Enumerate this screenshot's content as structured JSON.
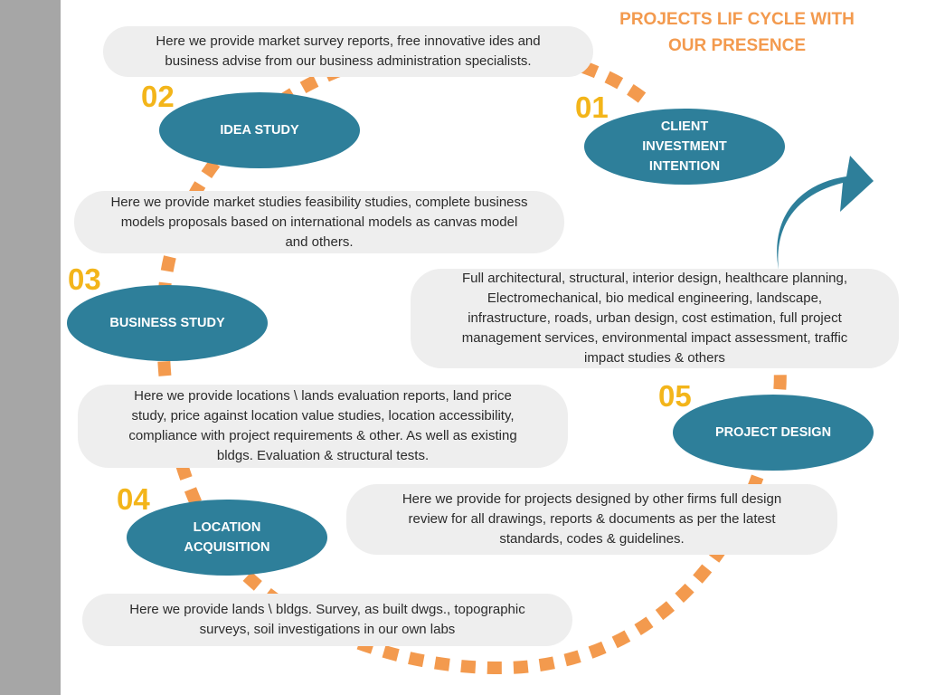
{
  "title": [
    "PROJECTS LIF CYCLE WITH",
    "OUR PRESENCE"
  ],
  "colors": {
    "accent_orange": "#f39a4e",
    "number_yellow": "#f3b51a",
    "oval_teal": "#2e7f9a",
    "pill_gray": "#eeeeee",
    "side_bar": "#a6a6a6"
  },
  "stages": [
    {
      "number": "01",
      "label": [
        "CLIENT",
        "INVESTMENT",
        "INTENTION"
      ]
    },
    {
      "number": "02",
      "label": [
        "IDEA STUDY"
      ]
    },
    {
      "number": "03",
      "label": [
        "BUSINESS STUDY"
      ]
    },
    {
      "number": "04",
      "label": [
        "LOCATION",
        "ACQUISITION"
      ]
    },
    {
      "number": "05",
      "label": [
        "PROJECT DESIGN"
      ]
    }
  ],
  "descriptions": {
    "idea": [
      "Here we provide market survey reports, free innovative ides and",
      "business advise from our business administration specialists."
    ],
    "business": [
      "Here we provide market studies feasibility studies, complete business",
      "models proposals based on international models as canvas model",
      "and others."
    ],
    "location": [
      "Here we provide locations \\ lands evaluation reports, land price",
      "study, price against location value studies, location accessibility,",
      "compliance with project requirements & other. As well as existing",
      "bldgs. Evaluation & structural tests."
    ],
    "survey": [
      "Here we provide lands \\ bldgs. Survey, as built dwgs., topographic",
      "surveys, soil investigations in our own labs"
    ],
    "review": [
      "Here we provide for projects designed by other firms full design",
      "review for all drawings, reports & documents as per the latest",
      "standards, codes & guidelines."
    ],
    "design": [
      "Full architectural, structural, interior design, healthcare planning,",
      "Electromechanical, bio medical engineering, landscape,",
      "infrastructure, roads, urban design, cost estimation, full project",
      "management services, environmental impact assessment, traffic",
      "impact studies & others"
    ]
  }
}
